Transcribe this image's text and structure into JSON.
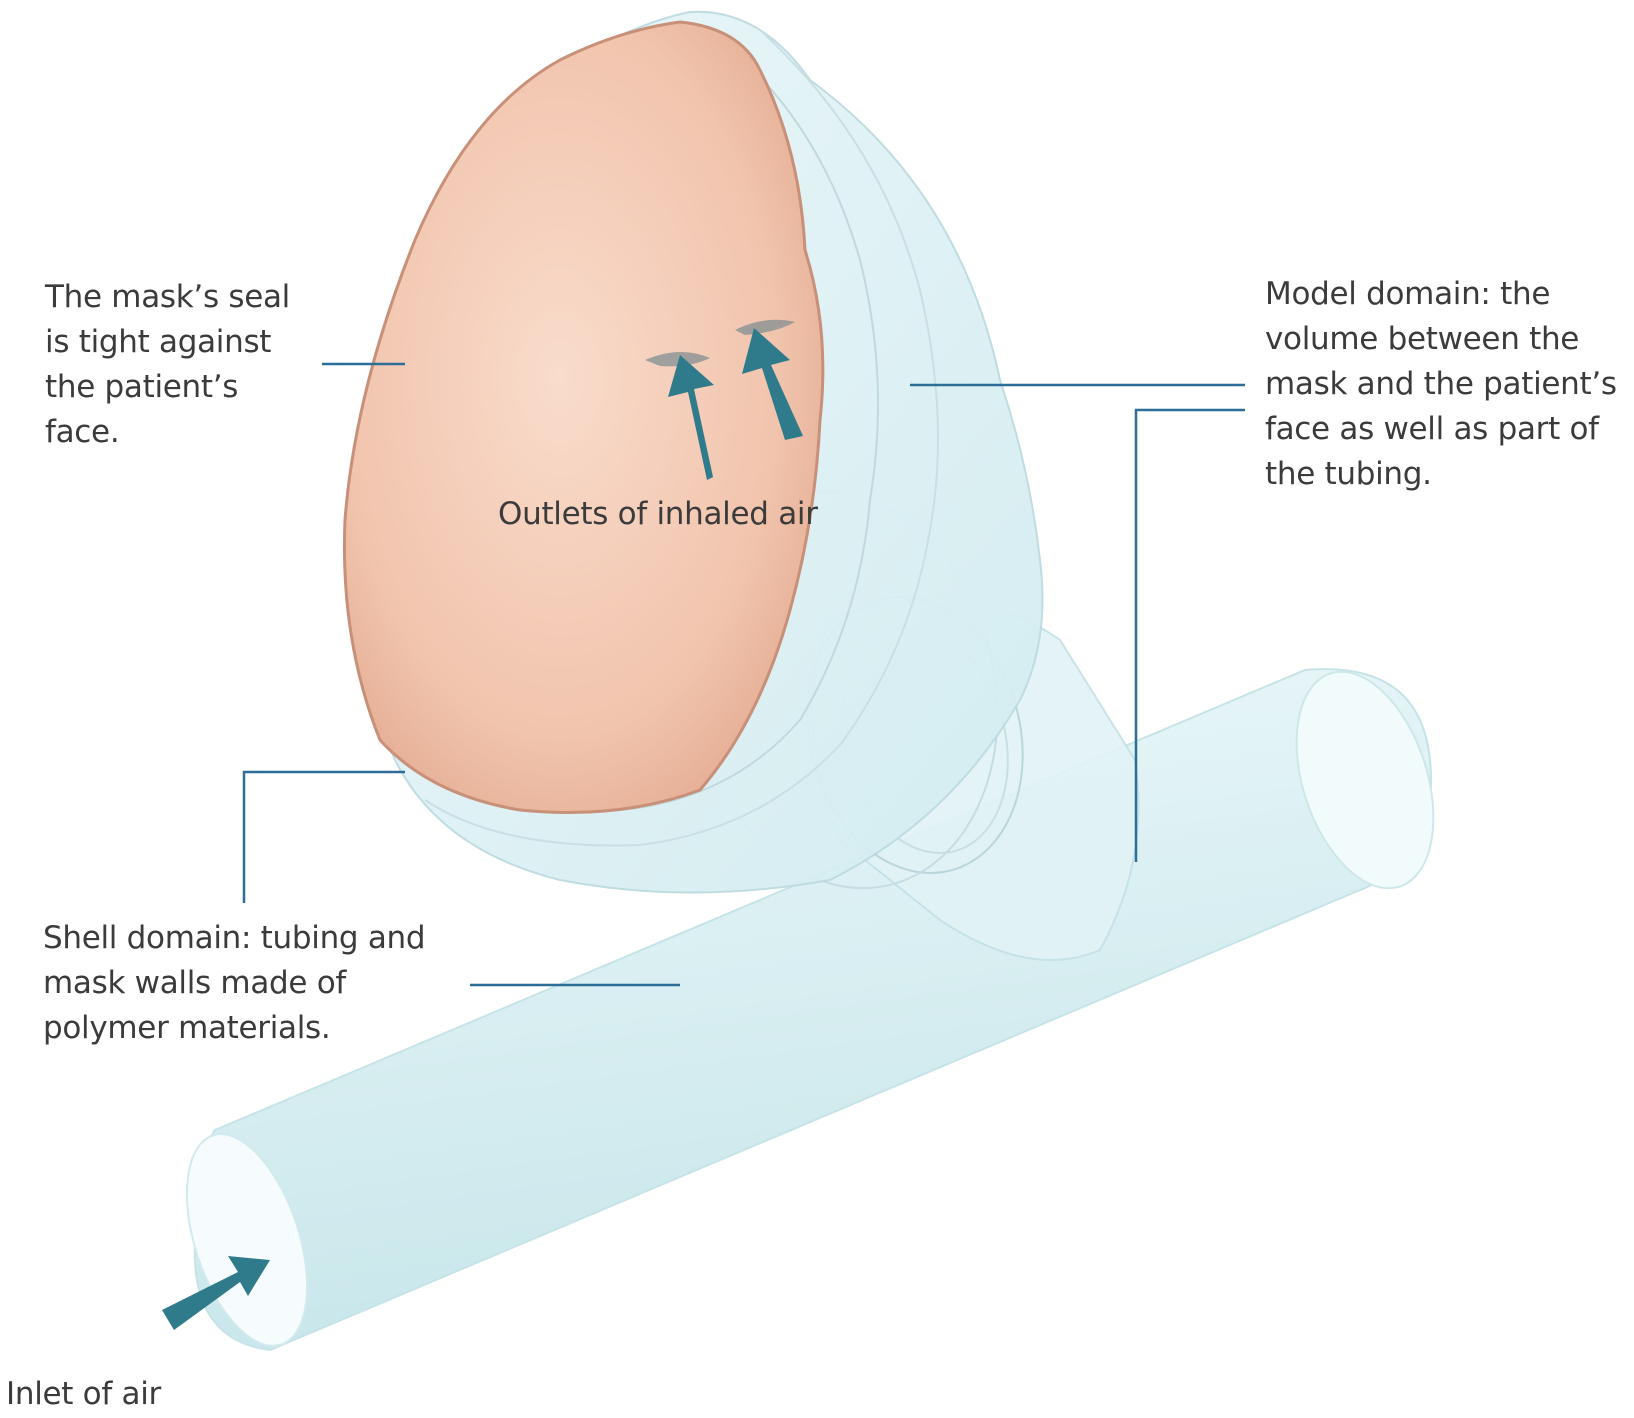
{
  "colors": {
    "arrow": "#2f7b8b",
    "leader": "#2c6e98",
    "face": "#f3c8b1",
    "shell": "#ddf1f4",
    "text": "#3b3b3b"
  },
  "labels": {
    "seal": [
      "The mask’s seal",
      "is tight against",
      "the patient’s",
      "face."
    ],
    "model": [
      "Model domain: the",
      "volume between the",
      "mask and the patient’s",
      "face as well as part of",
      "the tubing."
    ],
    "outlets": "Outlets of inhaled air",
    "shell": [
      "Shell domain: tubing and",
      "mask walls made of",
      "polymer materials."
    ],
    "inlet": "Inlet of air"
  }
}
